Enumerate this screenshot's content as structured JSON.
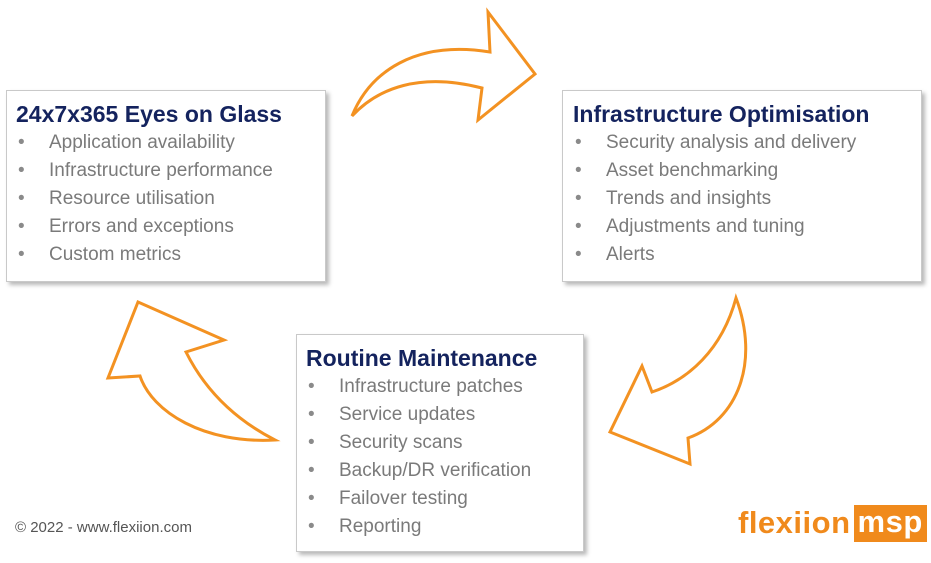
{
  "colors": {
    "arrow_stroke": "#f39222",
    "heading": "#14235e",
    "bullet_text": "#7a7a7a",
    "logo_orange": "#f08a1c"
  },
  "cards": {
    "eyes_on_glass": {
      "title": "24x7x365 Eyes on Glass",
      "items": [
        "Application availability",
        "Infrastructure performance",
        "Resource utilisation",
        "Errors and exceptions",
        "Custom metrics"
      ]
    },
    "infrastructure_optimisation": {
      "title": "Infrastructure Optimisation",
      "items": [
        "Security analysis and delivery",
        "Asset benchmarking",
        "Trends and insights",
        "Adjustments and tuning",
        "Alerts"
      ]
    },
    "routine_maintenance": {
      "title": "Routine Maintenance",
      "items": [
        "Infrastructure patches",
        "Service updates",
        "Security scans",
        "Backup/DR verification",
        "Failover testing",
        "Reporting"
      ]
    }
  },
  "footer": {
    "copyright": "© 2022 - www.flexiion.com"
  },
  "logo": {
    "text_main": "flexiion",
    "text_box": "msp"
  },
  "icons": [
    "curved-arrow-icon"
  ]
}
